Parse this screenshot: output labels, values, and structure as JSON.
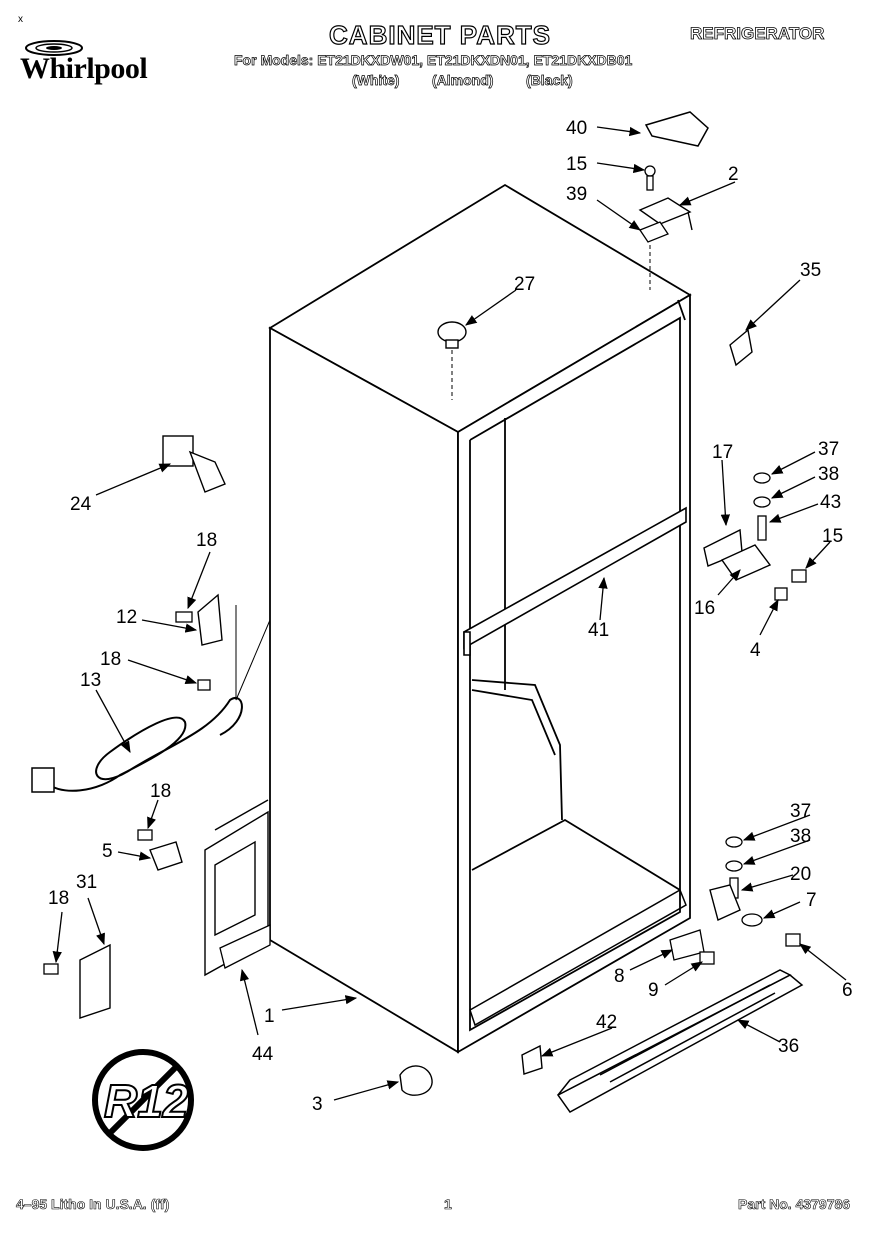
{
  "header": {
    "brand": "Whirlpool",
    "title": "CABINET PARTS",
    "category": "REFRIGERATOR",
    "models_line": "For Models: ET21DKXDW01, ET21DKXDN01, ET21DKXDB01",
    "variants": [
      "(White)",
      "(Almond)",
      "(Black)"
    ],
    "corner_mark": "x"
  },
  "callouts": {
    "c40": "40",
    "c15a": "15",
    "c2": "2",
    "c39": "39",
    "c35": "35",
    "c27": "27",
    "c24": "24",
    "c17": "17",
    "c37a": "37",
    "c38a": "38",
    "c43": "43",
    "c15b": "15",
    "c16": "16",
    "c4": "4",
    "c41": "41",
    "c18a": "18",
    "c12": "12",
    "c18b": "18",
    "c13": "13",
    "c18c": "18",
    "c5": "5",
    "c18d": "18",
    "c31": "31",
    "c37b": "37",
    "c38b": "38",
    "c20": "20",
    "c7": "7",
    "c6": "6",
    "c8": "8",
    "c9": "9",
    "c42": "42",
    "c36": "36",
    "c1": "1",
    "c44": "44",
    "c3": "3"
  },
  "badge": {
    "label": "R12"
  },
  "footer": {
    "litho": "4–95 Litho In U.S.A. (ff)",
    "page": "1",
    "part_no": "Part No. 4379786"
  }
}
